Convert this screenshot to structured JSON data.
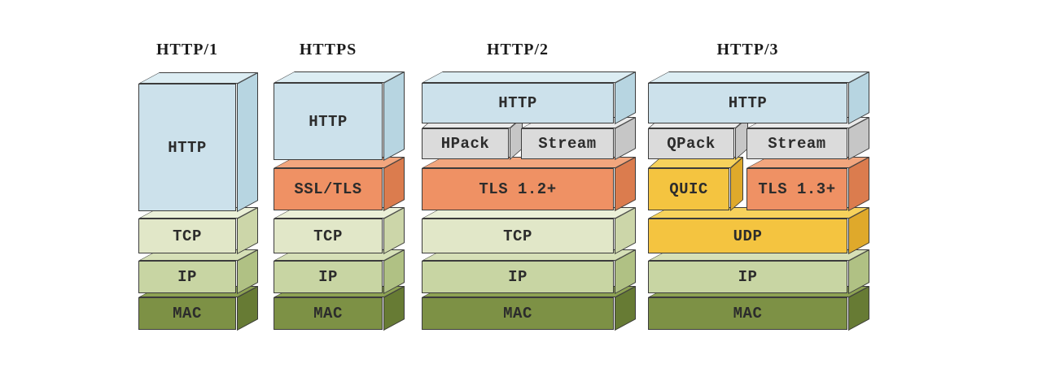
{
  "figure": {
    "type": "protocol-stack-comparison",
    "background": "#ffffff",
    "outline_color": "#3c3c3c",
    "text_color": "#2c2c2c"
  },
  "palette": {
    "http_blue": "#cce1eb",
    "framing_grey": "#dbdbdb",
    "security_orange": "#ef9164",
    "quic_udp_yellow": "#f4c440",
    "tcp_pale_green": "#e1e7c8",
    "ip_green": "#c8d5a3",
    "mac_olive": "#7d9145"
  },
  "columns": [
    {
      "title": "HTTP/1",
      "blocks": [
        {
          "label": "HTTP",
          "color": "#cce1eb"
        },
        {
          "label": "TCP",
          "color": "#e1e7c8"
        },
        {
          "label": "IP",
          "color": "#c8d5a3"
        },
        {
          "label": "MAC",
          "color": "#7d9145"
        }
      ]
    },
    {
      "title": "HTTPS",
      "blocks": [
        {
          "label": "HTTP",
          "color": "#cce1eb"
        },
        {
          "label": "SSL/TLS",
          "color": "#ef9164"
        },
        {
          "label": "TCP",
          "color": "#e1e7c8"
        },
        {
          "label": "IP",
          "color": "#c8d5a3"
        },
        {
          "label": "MAC",
          "color": "#7d9145"
        }
      ]
    },
    {
      "title": "HTTP/2",
      "blocks": [
        {
          "label": "HTTP",
          "color": "#cce1eb"
        },
        {
          "label": "HPack",
          "color": "#dbdbdb"
        },
        {
          "label": "Stream",
          "color": "#dbdbdb"
        },
        {
          "label": "TLS 1.2+",
          "color": "#ef9164"
        },
        {
          "label": "TCP",
          "color": "#e1e7c8"
        },
        {
          "label": "IP",
          "color": "#c8d5a3"
        },
        {
          "label": "MAC",
          "color": "#7d9145"
        }
      ]
    },
    {
      "title": "HTTP/3",
      "blocks": [
        {
          "label": "HTTP",
          "color": "#cce1eb"
        },
        {
          "label": "QPack",
          "color": "#dbdbdb"
        },
        {
          "label": "Stream",
          "color": "#dbdbdb"
        },
        {
          "label": "QUIC",
          "color": "#f4c440"
        },
        {
          "label": "TLS 1.3+",
          "color": "#ef9164"
        },
        {
          "label": "UDP",
          "color": "#f4c440"
        },
        {
          "label": "IP",
          "color": "#c8d5a3"
        },
        {
          "label": "MAC",
          "color": "#7d9145"
        }
      ]
    }
  ]
}
